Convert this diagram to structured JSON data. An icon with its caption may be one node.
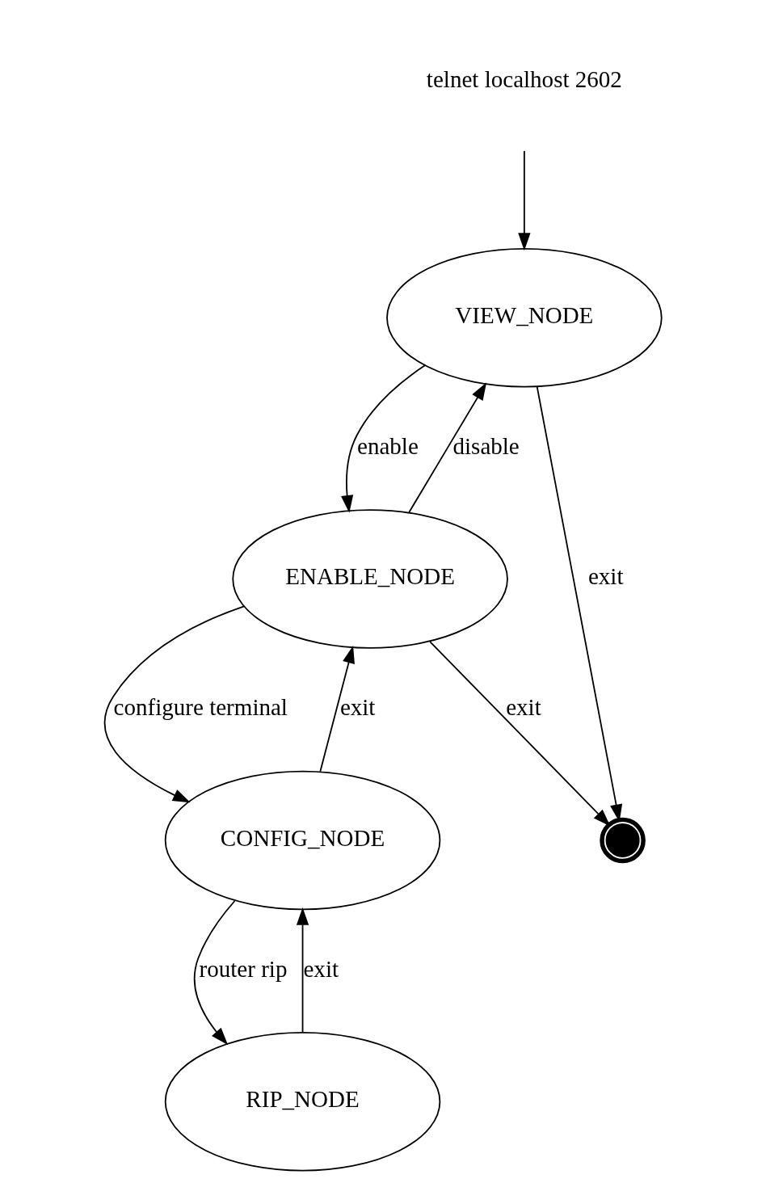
{
  "diagram": {
    "nodes": [
      {
        "text": [
          "telnet localhost 2602"
        ]
      },
      {
        "text": [
          "VIEW_NODE"
        ]
      },
      {
        "text": [
          "ENABLE_NODE"
        ]
      },
      {
        "text": [
          "CONFIG_NODE"
        ]
      },
      {
        "text": [
          "RIP_NODE"
        ]
      },
      {
        "text": [],
        "shape": "circle"
      }
    ],
    "edges": [
      {
        "from": 0,
        "to": 1,
        "arrow": "to"
      },
      {
        "from": 1,
        "to": 2,
        "label": "enable",
        "arrow": "to"
      },
      {
        "from": 2,
        "to": 1,
        "label": "disable",
        "arrow": "to"
      },
      {
        "from": 1,
        "to": 5,
        "label": "exit",
        "arrow": "to"
      },
      {
        "from": 2,
        "to": 5,
        "label": "exit",
        "arrow": "to"
      },
      {
        "from": 2,
        "to": 3,
        "label": "configure terminal",
        "arrow": "to"
      },
      {
        "from": 3,
        "to": 2,
        "label": "exit",
        "arrow": "to"
      },
      {
        "from": 3,
        "to": 4,
        "label": "router rip",
        "arrow": "to"
      },
      {
        "from": 4,
        "to": 3,
        "label": "exit",
        "arrow": "to"
      }
    ]
  }
}
